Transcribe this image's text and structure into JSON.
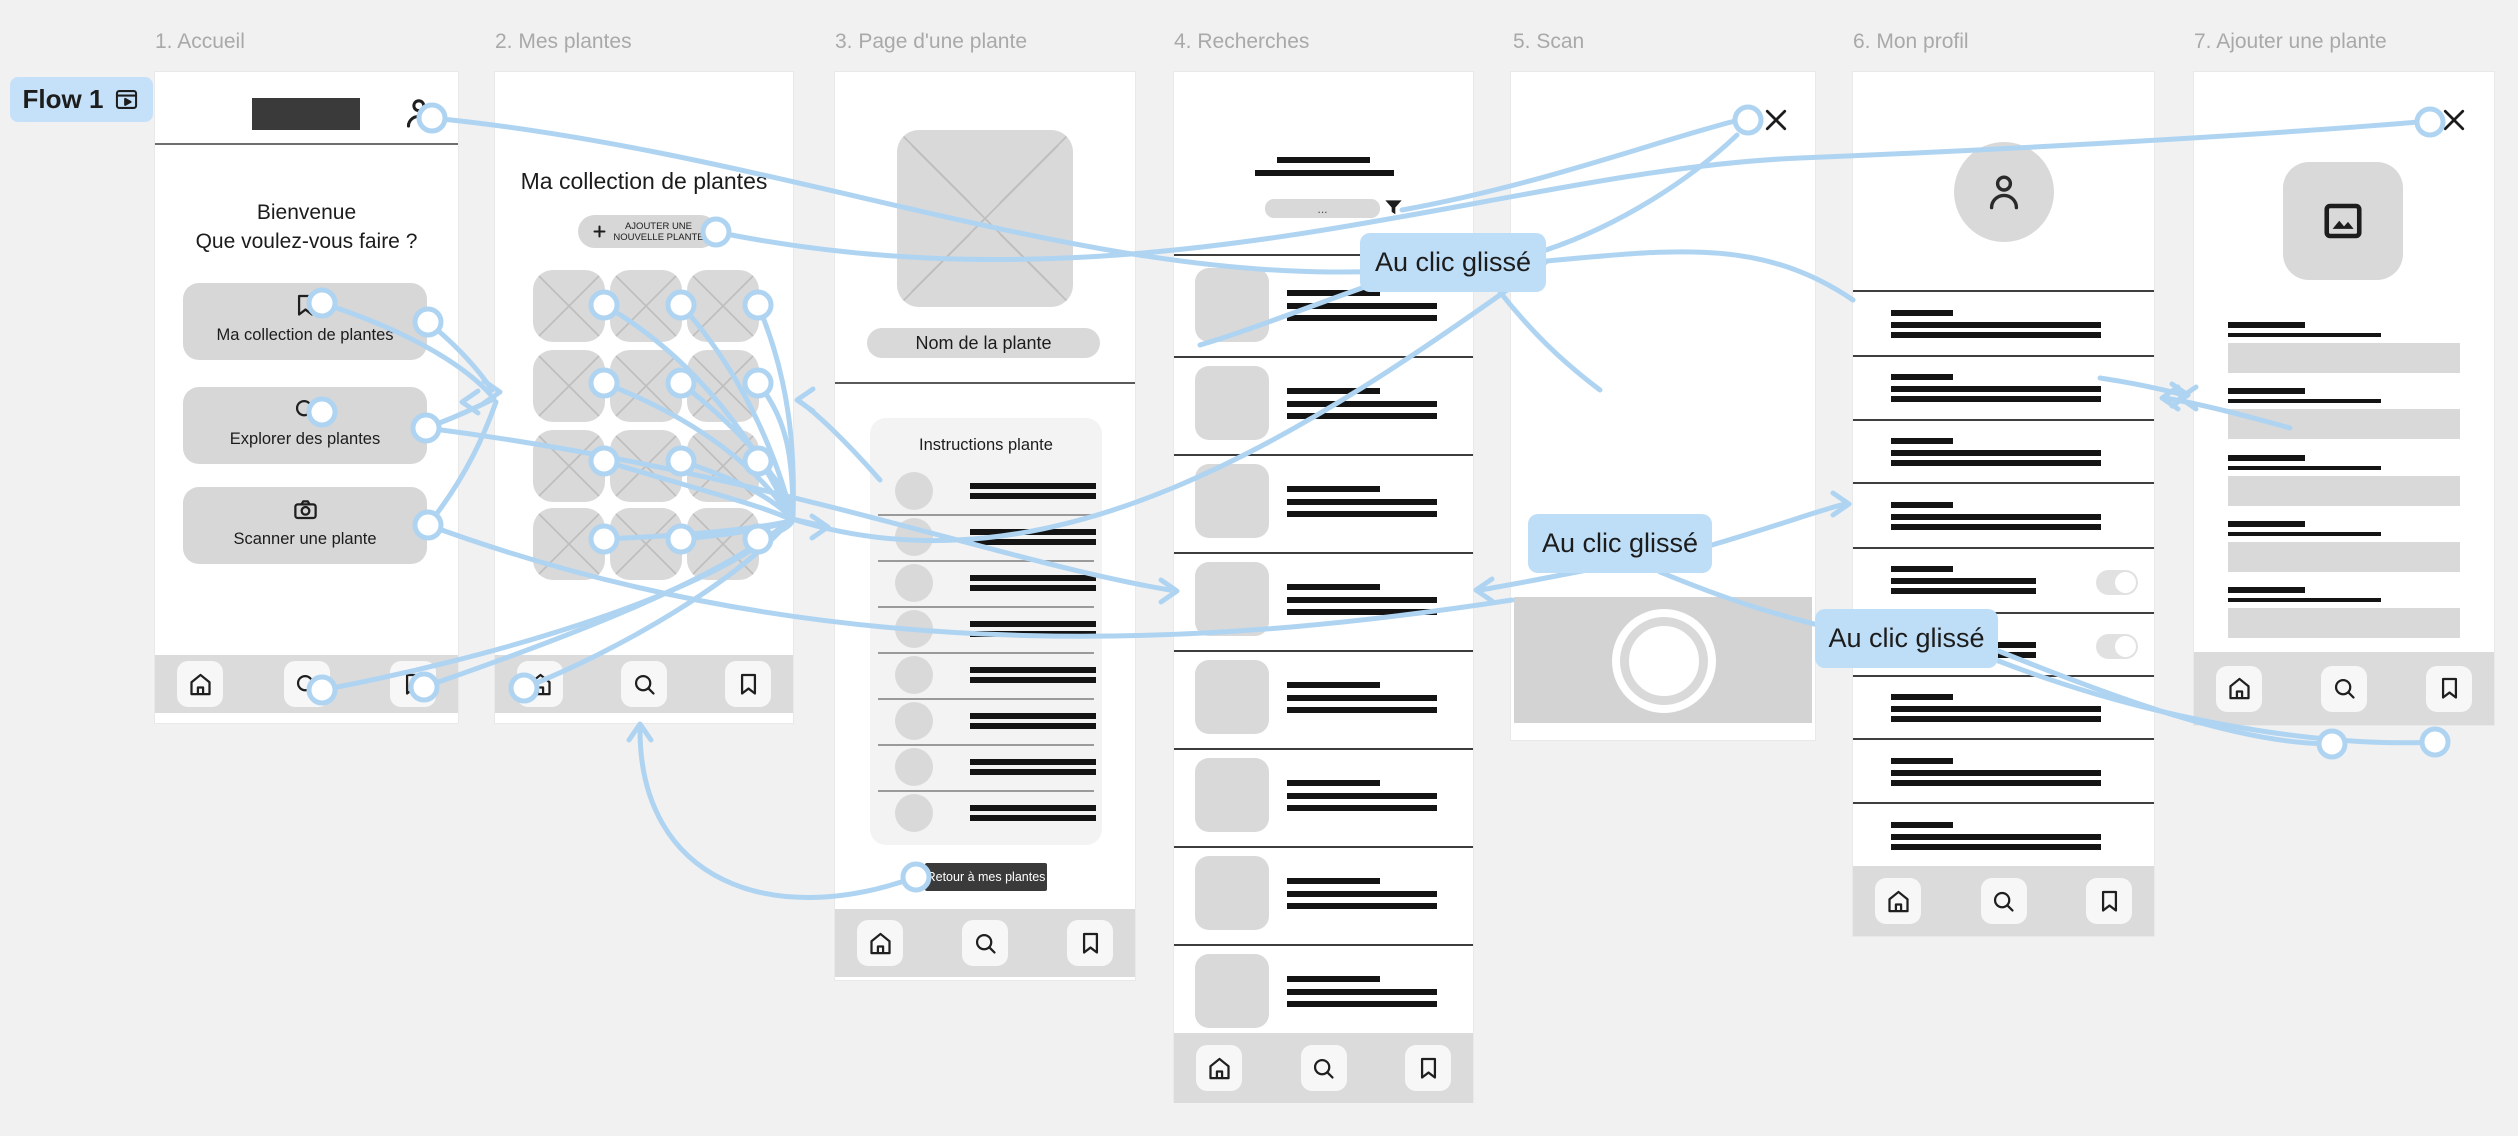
{
  "flow_badge": {
    "label": "Flow 1"
  },
  "annotations": [
    {
      "text": "Au clic glissé"
    },
    {
      "text": "Au clic glissé"
    },
    {
      "text": "Au clic glissé"
    }
  ],
  "frames": {
    "accueil": {
      "label": "1. Accueil",
      "welcome_line1": "Bienvenue",
      "welcome_line2": "Que voulez-vous faire ?",
      "buttons": [
        {
          "icon": "bookmark-icon",
          "label": "Ma collection de plantes"
        },
        {
          "icon": "search-icon",
          "label": "Explorer des plantes"
        },
        {
          "icon": "camera-icon",
          "label": "Scanner une plante"
        }
      ]
    },
    "mes_plantes": {
      "label": "2. Mes plantes",
      "heading": "Ma collection de plantes",
      "add_button_line1": "AJOUTER UNE",
      "add_button_line2": "NOUVELLE PLANTE",
      "grid_rows": 4,
      "grid_cols": 3
    },
    "page_plante": {
      "label": "3. Page d'une plante",
      "name_placeholder": "Nom de la plante",
      "instructions_title": "Instructions plante",
      "instruction_rows": 8,
      "back_button": "Retour à mes plantes"
    },
    "recherches": {
      "label": "4. Recherches",
      "search_value": "...",
      "item_count": 8
    },
    "scan": {
      "label": "5. Scan"
    },
    "profil": {
      "label": "6. Mon profil",
      "row_types": [
        "text",
        "text",
        "text",
        "text",
        "toggle",
        "toggle",
        "text",
        "text",
        "text"
      ]
    },
    "ajouter": {
      "label": "7. Ajouter une plante",
      "field_count": 5
    }
  },
  "colors": {
    "wire": "#AFD4F2",
    "annotation_bg": "#BEDDF6",
    "placeholder": "#D9D9D9",
    "canvas": "#F1F1F1"
  }
}
